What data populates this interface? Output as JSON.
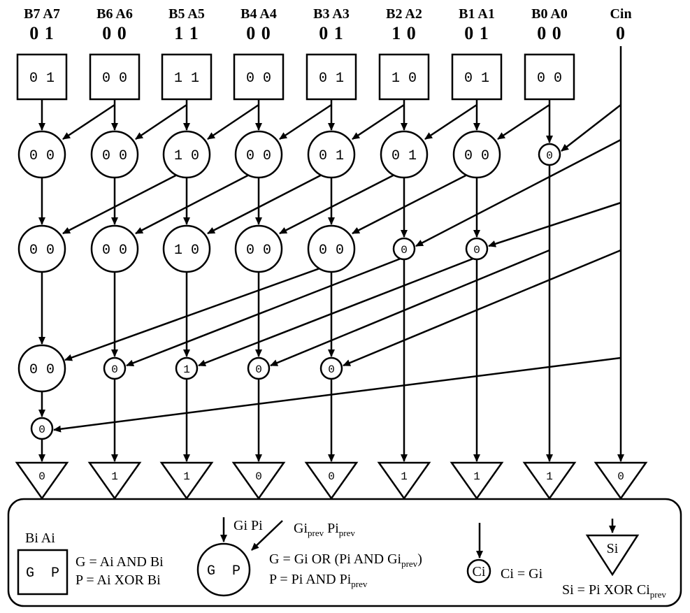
{
  "columns": [
    {
      "header": "B7 A7",
      "bits": "0  1",
      "box": "0 1",
      "row1": "0  0",
      "row2": "0  0",
      "row3": "0  0",
      "row4": "0",
      "sum": "0"
    },
    {
      "header": "B6 A6",
      "bits": "0  0",
      "box": "0 0",
      "row1": "0  0",
      "row2": "0  0",
      "row3": "0",
      "sum": "1"
    },
    {
      "header": "B5 A5",
      "bits": "1  1",
      "box": "1 1",
      "row1": "1  0",
      "row2": "1  0",
      "row3": "1",
      "sum": "1"
    },
    {
      "header": "B4 A4",
      "bits": "0  0",
      "box": "0 0",
      "row1": "0  0",
      "row2": "0  0",
      "row3": "0",
      "sum": "0"
    },
    {
      "header": "B3 A3",
      "bits": "0  1",
      "box": "0 1",
      "row1": "0  1",
      "row2": "0  0",
      "row3": "0",
      "sum": "0"
    },
    {
      "header": "B2 A2",
      "bits": "1  0",
      "box": "1 0",
      "row1": "0  1",
      "row2": "0",
      "sum": "1"
    },
    {
      "header": "B1 A1",
      "bits": "0  1",
      "box": "0 1",
      "row1": "0  0",
      "row2": "0",
      "sum": "1"
    },
    {
      "header": "B0 A0",
      "bits": "0  0",
      "box": "0 0",
      "row1": "0",
      "sum": "1"
    },
    {
      "header": "Cin",
      "bits": "0",
      "sum": "0"
    }
  ],
  "legend": {
    "box_header": "Bi Ai",
    "box_content": "G  P",
    "box_g": "G = Ai AND Bi",
    "box_p": "P = Ai XOR Bi",
    "circle_in1": "Gi Pi",
    "circle_in2_a": "Gi",
    "circle_in2_a_sub": "prev",
    "circle_in2_b": " Pi",
    "circle_in2_b_sub": "prev",
    "circle_content": "G  P",
    "circle_g_pre": "G = Gi OR (Pi AND Gi",
    "circle_g_sub": "prev",
    "circle_g_post": ")",
    "circle_p_pre": "P = Pi AND Pi",
    "circle_p_sub": "prev",
    "ci_label": "Ci",
    "ci_eq": "Ci = Gi",
    "si_label": "Si",
    "si_eq_pre": "Si = Pi XOR Ci",
    "si_eq_sub": "prev"
  }
}
